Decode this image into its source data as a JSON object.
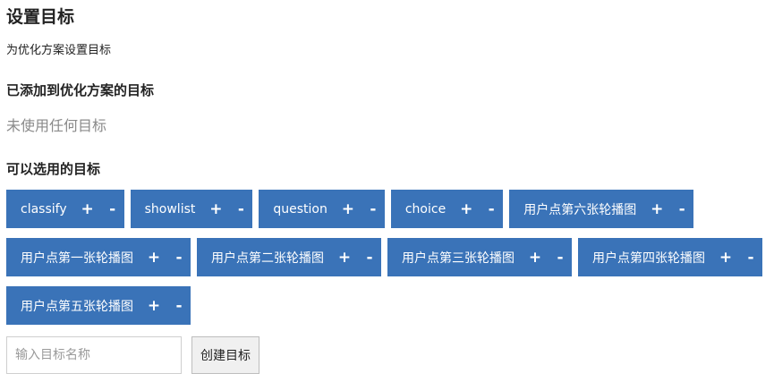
{
  "header": {
    "title": "设置目标",
    "subtitle": "为优化方案设置目标"
  },
  "added_section": {
    "heading": "已添加到优化方案的目标",
    "empty_text": "未使用任何目标"
  },
  "available_section": {
    "heading": "可以选用的目标",
    "add_symbol": "+",
    "remove_symbol": "-",
    "goals": [
      {
        "name": "classify"
      },
      {
        "name": "showlist"
      },
      {
        "name": "question"
      },
      {
        "name": "choice"
      },
      {
        "name": "用户点第六张轮播图"
      },
      {
        "name": "用户点第一张轮播图"
      },
      {
        "name": "用户点第二张轮播图"
      },
      {
        "name": "用户点第三张轮播图"
      },
      {
        "name": "用户点第四张轮播图"
      },
      {
        "name": "用户点第五张轮播图"
      }
    ]
  },
  "create": {
    "input_value": "",
    "input_placeholder": "输入目标名称",
    "button_label": "创建目标"
  },
  "colors": {
    "chip_background": "#3a73b8",
    "chip_text": "#ffffff",
    "muted_text": "#8a8a8a"
  }
}
